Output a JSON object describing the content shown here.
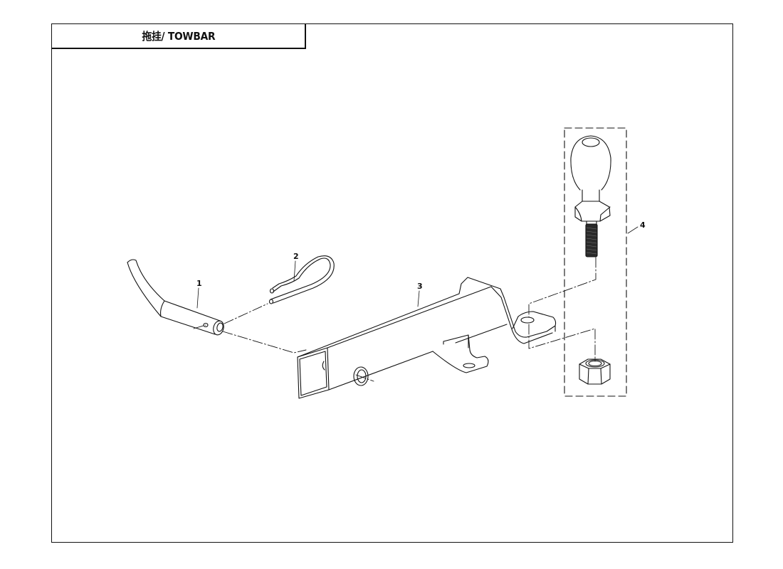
{
  "title": "拖挂/ TOWBAR",
  "parts": [
    {
      "callout": "1",
      "description": "hitch pin (bent handle)"
    },
    {
      "callout": "2",
      "description": "R-clip"
    },
    {
      "callout": "3",
      "description": "receiver tube / drawbar"
    },
    {
      "callout": "4",
      "description": "tow ball with nut (grouped)"
    }
  ],
  "colors": {
    "line": "#111111",
    "background": "#ffffff"
  }
}
